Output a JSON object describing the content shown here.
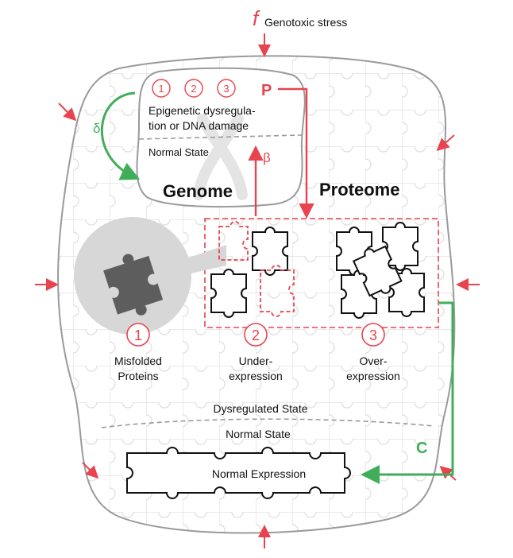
{
  "stress": {
    "symbol": "f",
    "label": "Genotoxic stress"
  },
  "genome": {
    "title": "Genome",
    "badges": [
      "1",
      "2",
      "3"
    ],
    "p_label": "P",
    "dysregulation_line1": "Epigenetic dysregula-",
    "dysregulation_line2": "tion or DNA damage",
    "normal_state": "Normal State",
    "delta": "δ"
  },
  "proteome": {
    "title": "Proteome",
    "beta": "β"
  },
  "categories": [
    {
      "num": "1",
      "line1": "Misfolded",
      "line2": "Proteins"
    },
    {
      "num": "2",
      "line1": "Under-",
      "line2": "expression"
    },
    {
      "num": "3",
      "line1": "Over-",
      "line2": "expression"
    }
  ],
  "states": {
    "dysregulated": "Dysregulated State",
    "normal": "Normal State",
    "normal_expression": "Normal Expression"
  },
  "c_label": "C",
  "colors": {
    "red": "#e8434f",
    "green": "#3fae5a",
    "outline": "#9a9a9a",
    "dark": "#111111"
  }
}
